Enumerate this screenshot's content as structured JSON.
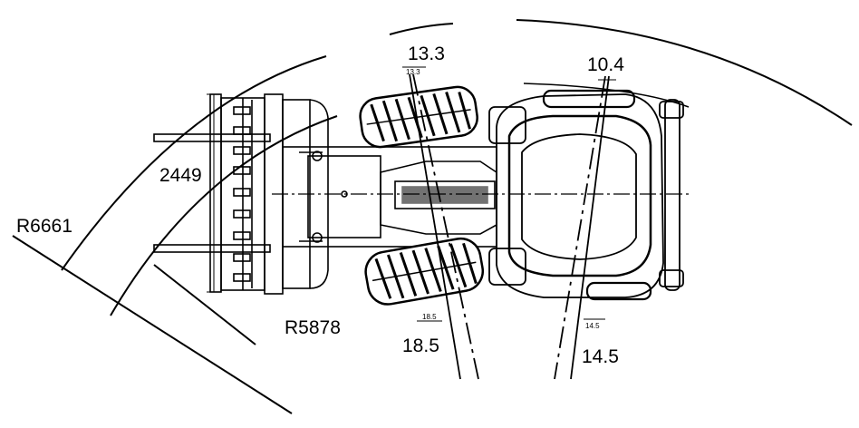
{
  "labels": {
    "outer_radius": "R6661",
    "inner_radius": "R5878",
    "bucket_width": "2449",
    "front_top_angle": "13.3",
    "front_bottom_angle": "18.5",
    "rear_top_angle": "10.4",
    "rear_bottom_angle": "14.5",
    "small_front_top": "13.3",
    "small_front_bottom": "18.5",
    "small_rear_bottom": "14.5"
  },
  "colors": {
    "line": "#000000",
    "background": "#ffffff"
  }
}
